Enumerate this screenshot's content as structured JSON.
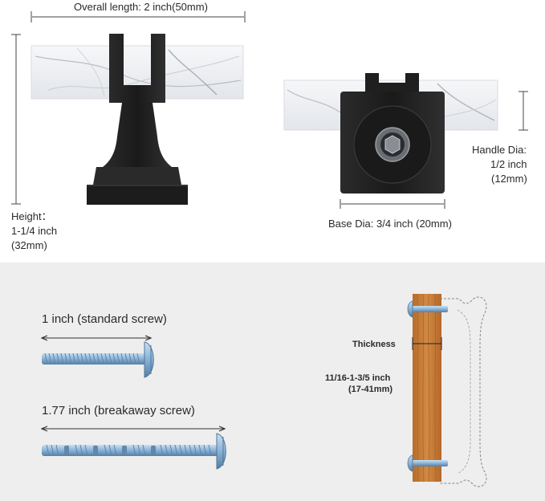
{
  "labels": {
    "overall_length": "Overall length: 2 inch(50mm)",
    "height_title": "Height：",
    "height_in": "1-1/4 inch",
    "height_mm": "(32mm)",
    "base_dia": "Base Dia: 3/4 inch (20mm)",
    "handle_title": "Handle Dia:",
    "handle_in": "1/2 inch",
    "handle_mm": "(12mm)",
    "screw_standard": "1 inch (standard screw)",
    "screw_breakaway": "1.77 inch (breakaway screw)",
    "thickness_title": "Thickness",
    "thickness_in": "11/16-1-3/5 inch",
    "thickness_mm": "(17-41mm)"
  },
  "colors": {
    "text": "#2a2a2a",
    "lower_panel": "#eeeeee",
    "metal_black": "#1f1f1f",
    "marble": "#eef0f3",
    "screw_blue": "#8fb7da",
    "wood": "#c9803a"
  },
  "icons": {
    "knob_side": "t-bar-knob-side-view-icon",
    "knob_front": "t-bar-knob-front-view-icon",
    "screw_standard": "standard-screw-icon",
    "screw_breakaway": "breakaway-screw-icon",
    "door_cross_section": "door-panel-cross-section-icon"
  }
}
